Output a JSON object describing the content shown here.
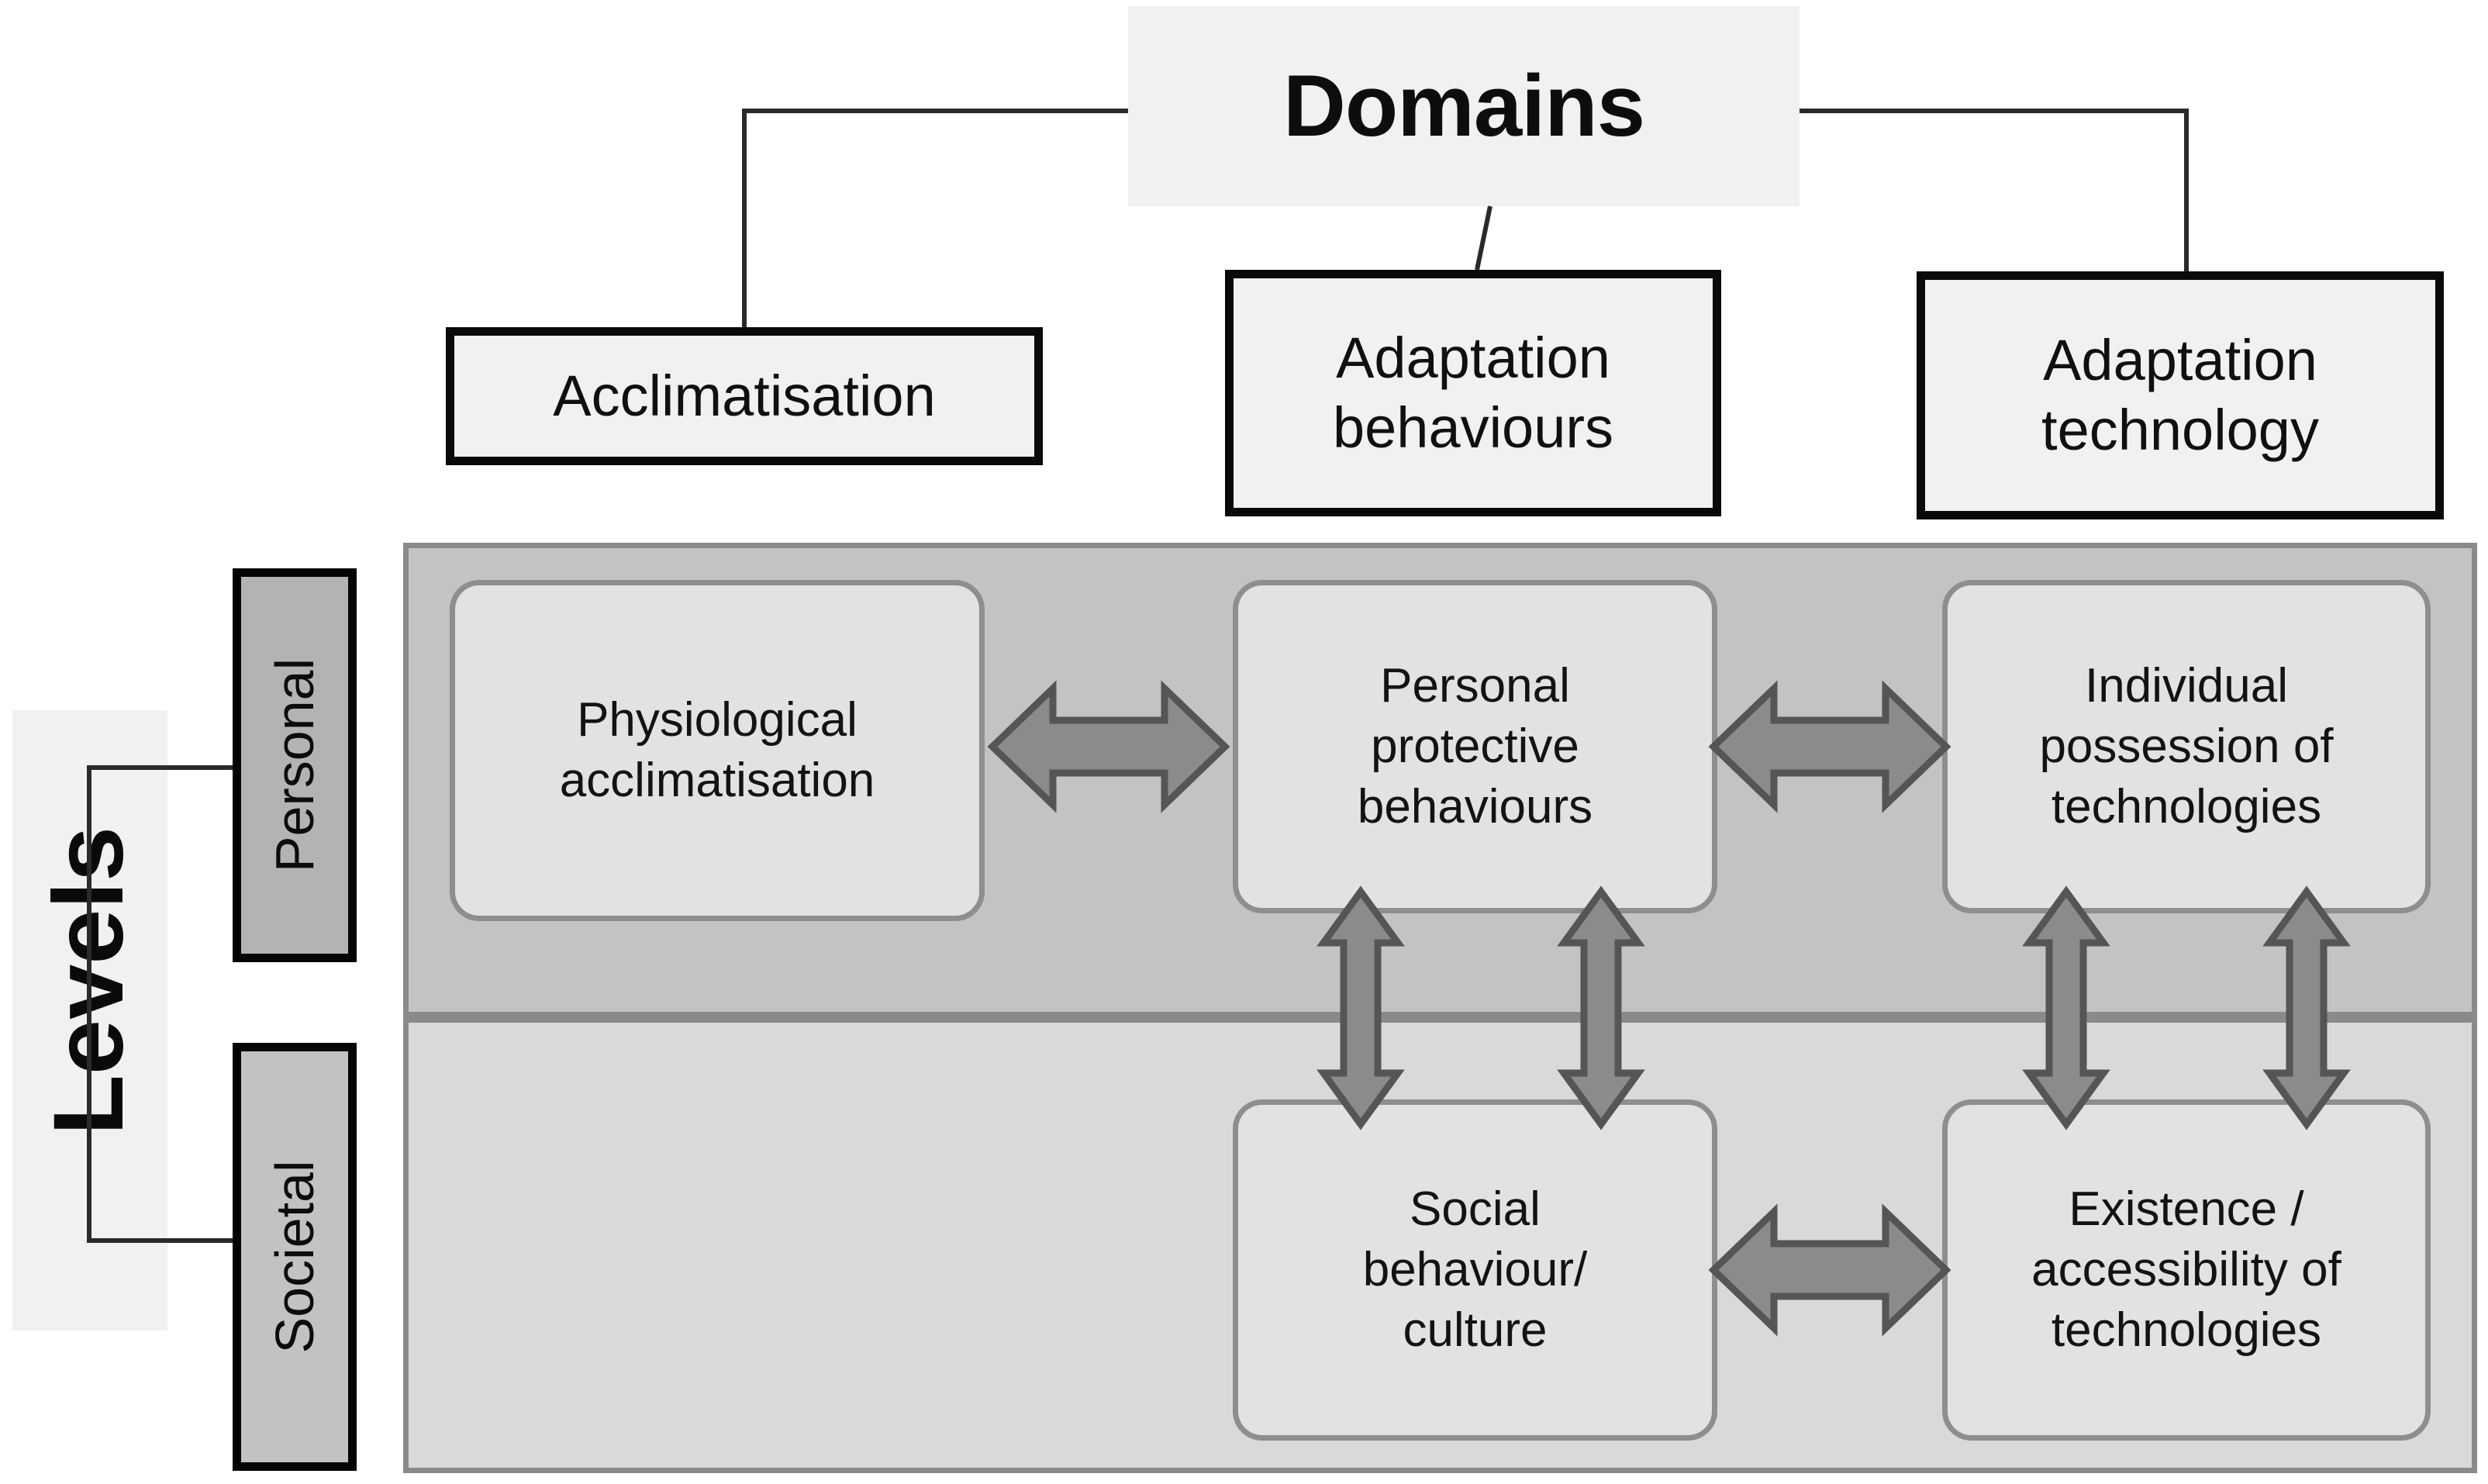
{
  "header": {
    "title": "Domains"
  },
  "domains": [
    {
      "id": "acclimatisation",
      "label": "Acclimatisation"
    },
    {
      "id": "adaptation-behaviours",
      "label": "Adaptation behaviours",
      "line1": "Adaptation",
      "line2": "behaviours"
    },
    {
      "id": "adaptation-technology",
      "label": "Adaptation technology",
      "line1": "Adaptation",
      "line2": "technology"
    }
  ],
  "levels": {
    "caption": "Levels",
    "items": [
      {
        "id": "personal",
        "label": "Personal"
      },
      {
        "id": "societal",
        "label": "Societal"
      }
    ]
  },
  "matrix": {
    "rows": [
      {
        "level": "Personal",
        "cells": [
          {
            "id": "physiological-acclimatisation",
            "line1": "Physiological",
            "line2": "acclimatisation"
          },
          {
            "id": "personal-protective-behaviours",
            "line1": "Personal",
            "line2": "protective",
            "line3": "behaviours"
          },
          {
            "id": "individual-possession-of-technologies",
            "line1": "Individual",
            "line2": "possession  of",
            "line3": "technologies"
          }
        ]
      },
      {
        "level": "Societal",
        "cells": [
          {
            "id": "empty",
            "line1": "",
            "line2": "",
            "line3": ""
          },
          {
            "id": "social-behaviour-culture",
            "line1": "Social",
            "line2": "behaviour/",
            "line3": "culture"
          },
          {
            "id": "existence-accessibility-of-technologies",
            "line1": "Existence /",
            "line2": "accessibility of",
            "line3": "technologies"
          }
        ]
      }
    ],
    "connections": [
      {
        "from": "physiological-acclimatisation",
        "to": "personal-protective-behaviours",
        "type": "double-horizontal"
      },
      {
        "from": "personal-protective-behaviours",
        "to": "individual-possession-of-technologies",
        "type": "double-horizontal"
      },
      {
        "from": "social-behaviour-culture",
        "to": "existence-accessibility-of-technologies",
        "type": "double-horizontal"
      },
      {
        "from": "personal-protective-behaviours",
        "to": "social-behaviour-culture",
        "type": "double-vertical"
      },
      {
        "from": "personal-protective-behaviours",
        "to": "social-behaviour-culture",
        "type": "double-vertical"
      },
      {
        "from": "individual-possession-of-technologies",
        "to": "existence-accessibility-of-technologies",
        "type": "double-vertical"
      },
      {
        "from": "individual-possession-of-technologies",
        "to": "existence-accessibility-of-technologies",
        "type": "double-vertical"
      }
    ]
  },
  "colors": {
    "header_fill": "#f1f1f1",
    "domain_box_fill": "#f1f1f1",
    "domain_box_border": "#0a0a0a",
    "personal_band": "#c3c3c3",
    "societal_band": "#d9d9d9",
    "band_border": "#8a8a8a",
    "cell_fill": "#e2e2e2",
    "cell_border": "#8e8e8e",
    "level_tab_fill": "#bfbfbf",
    "level_tab_border": "#050505",
    "arrow_fill": "#8b8b8b",
    "arrow_border": "#4e4e4e",
    "text": "#101010"
  }
}
